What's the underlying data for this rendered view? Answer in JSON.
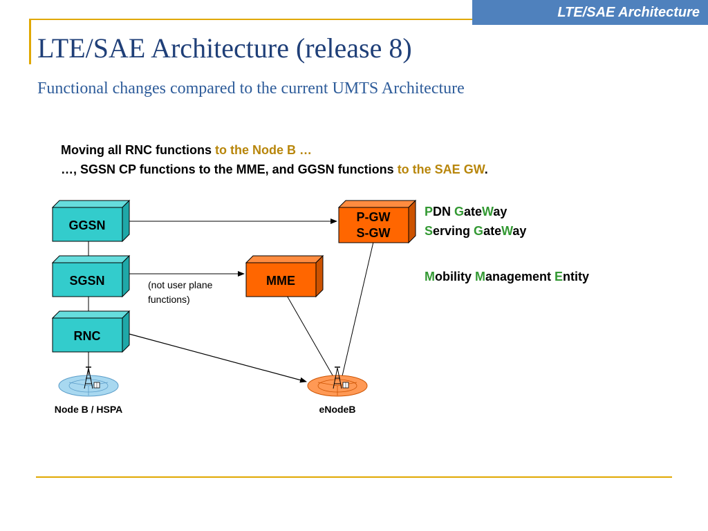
{
  "header": {
    "badge": "LTE/SAE Architecture"
  },
  "title": "LTE/SAE Architecture (release 8)",
  "subtitle": "Functional changes compared to the current UMTS Architecture",
  "statement": {
    "line1_a": "Moving all RNC functions ",
    "line1_b": "to the Node B …",
    "line2_a": "…, SGSN CP functions to the MME, and GGSN functions ",
    "line2_b": "to the SAE GW",
    "line2_c": "."
  },
  "nodes": {
    "ggsn": "GGSN",
    "sgsn": "SGSN",
    "rnc": "RNC",
    "mme": "MME",
    "pgw": "P-GW",
    "sgw": "S-GW"
  },
  "annotation": {
    "line1": "(not user plane",
    "line2": "functions)"
  },
  "stations": {
    "nodeb": "Node B / HSPA",
    "enodeb": "eNodeB"
  },
  "legend": {
    "pdn": {
      "l1": "P",
      "t1": "DN ",
      "l2": "G",
      "t2": "ate",
      "l3": "W",
      "t3": "ay"
    },
    "serving": {
      "l1": "S",
      "t1": "erving ",
      "l2": "G",
      "t2": "ate",
      "l3": "W",
      "t3": "ay"
    },
    "mme": {
      "l1": "M",
      "t1": "obility ",
      "l2": "M",
      "t2": "anagement ",
      "l3": "E",
      "t3": "ntity"
    }
  },
  "colors": {
    "badge": "#4F81BD",
    "accent": "#E0A800",
    "teal_node": "#33CCCC",
    "orange_node": "#FF6600",
    "highlight_text": "#B8860B",
    "legend_letter": "#339933"
  }
}
